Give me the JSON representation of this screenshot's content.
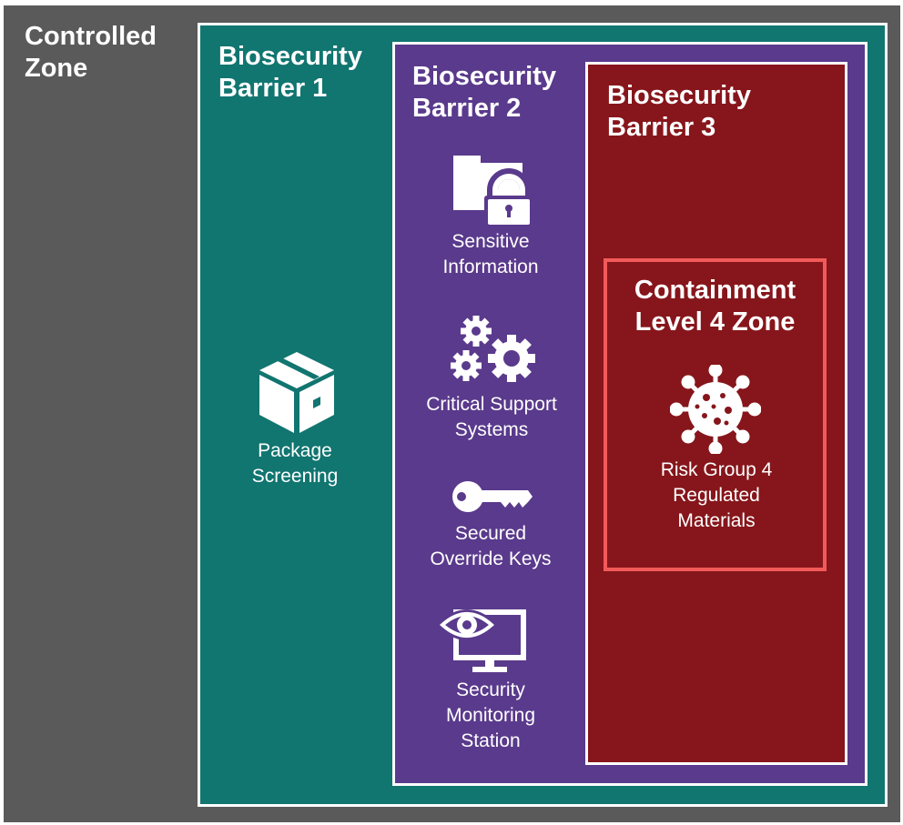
{
  "zones": {
    "controlled": {
      "title": "Controlled\nZone",
      "color": "#5a5a5a"
    },
    "barrier1": {
      "title": "Biosecurity\nBarrier 1",
      "color": "#117570"
    },
    "barrier2": {
      "title": "Biosecurity\nBarrier 2",
      "color": "#5a3a8c"
    },
    "barrier3": {
      "title": "Biosecurity\nBarrier 3",
      "color": "#86161b"
    },
    "containment": {
      "title": "Containment\nLevel 4 Zone",
      "border_color": "#f25a5a"
    }
  },
  "items": {
    "package": {
      "label": "Package\nScreening",
      "icon": "package-icon"
    },
    "sensitive_info": {
      "label": "Sensitive\nInformation",
      "icon": "folder-lock-icon"
    },
    "critical_systems": {
      "label": "Critical Support\nSystems",
      "icon": "gears-icon"
    },
    "override_keys": {
      "label": "Secured\nOverride Keys",
      "icon": "key-icon"
    },
    "monitoring": {
      "label": "Security\nMonitoring\nStation",
      "icon": "monitor-eye-icon"
    },
    "risk_group": {
      "label": "Risk Group 4\nRegulated\nMaterials",
      "icon": "virus-icon"
    }
  }
}
